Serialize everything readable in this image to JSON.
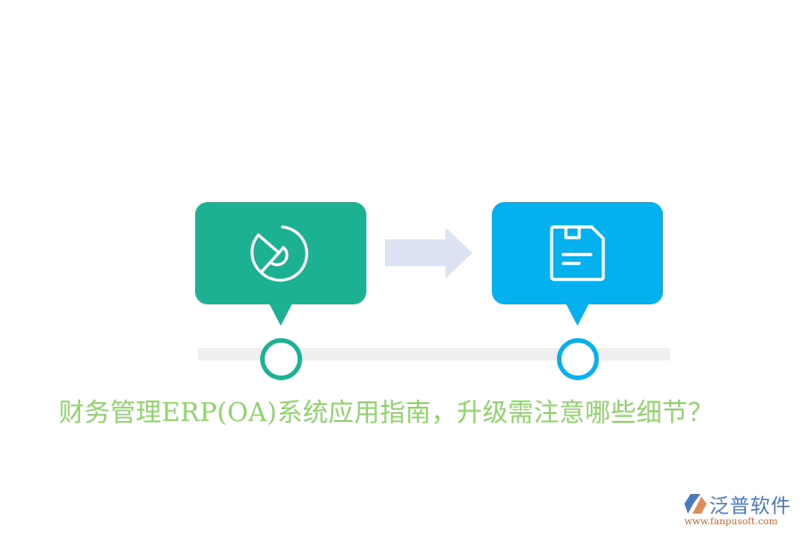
{
  "diagram": {
    "steps": [
      {
        "icon": "pie-chart-play-icon",
        "color": "#1db194"
      },
      {
        "icon": "floppy-disk-save-icon",
        "color": "#05b0ef"
      }
    ],
    "connector": {
      "icon": "right-arrow-icon",
      "color": "#dde2f2"
    },
    "track_color": "#efefef"
  },
  "title": "财务管理ERP(OA)系统应用指南，升级需注意哪些细节？",
  "title_color": "#8fd36b",
  "logo": {
    "name": "泛普软件",
    "url": "www.fanpusoft.com",
    "name_color": "#4a79c0",
    "url_color": "#c8643a"
  }
}
